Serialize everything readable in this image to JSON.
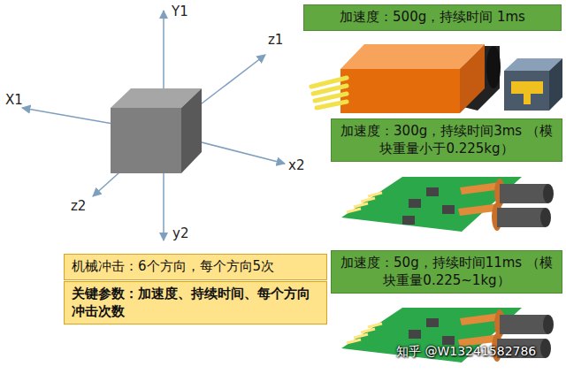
{
  "diagram": {
    "nodes": [
      {
        "text": [
          "加速度：500g，持续时间 1ms"
        ]
      },
      {
        "text": [
          "加速度：300g，持续时间3ms （模块重量小于0.225kg）"
        ]
      },
      {
        "text": [
          "机械冲击：6个方向，每个方向5次"
        ]
      },
      {
        "text": [
          "加速度：50g，持续时间11ms （模块重量0.225~1kg）"
        ]
      },
      {
        "text": [
          "关键参数：加速度、持续时间、每个方向冲击次数"
        ]
      }
    ],
    "labels": [
      "Y1",
      "z1",
      "X1",
      "x2",
      "z2",
      "y2",
      "知乎 @W13241582786"
    ]
  }
}
